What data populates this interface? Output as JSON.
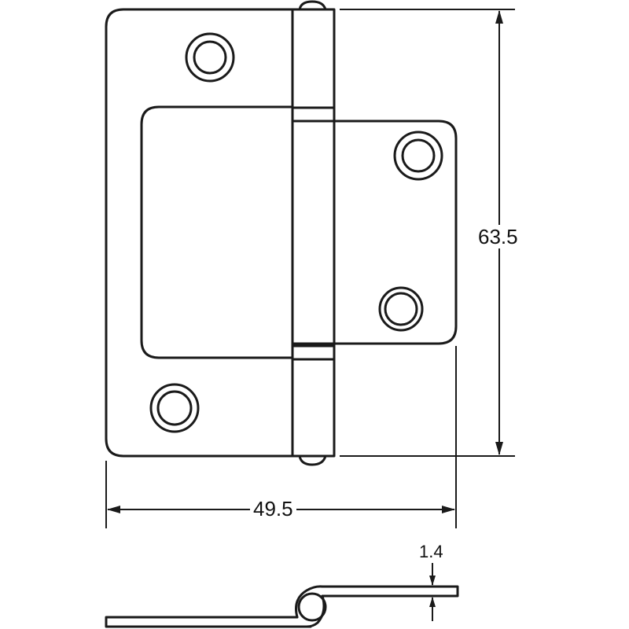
{
  "drawing": {
    "title": "Flush hinge technical drawing",
    "units": "mm",
    "line_color": "#1a1a1a",
    "background": "#ffffff",
    "views": [
      "front-view",
      "side-view"
    ],
    "dimensions": {
      "height": {
        "label": "63.5",
        "orientation": "vertical"
      },
      "width": {
        "label": "49.5",
        "orientation": "horizontal"
      },
      "thickness": {
        "label": "1.4",
        "orientation": "vertical"
      }
    },
    "features": {
      "mounting_holes": 4,
      "knuckle": "center pin with rounded caps"
    }
  }
}
